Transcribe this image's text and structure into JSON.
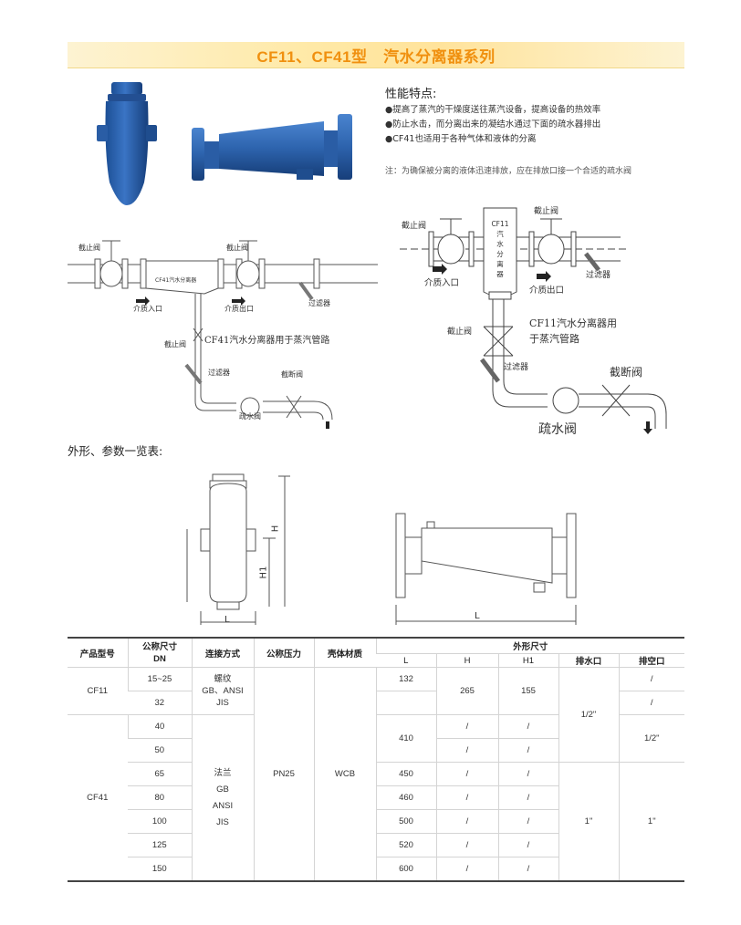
{
  "banner": {
    "title": "CF11、CF41型　汽水分离器系列"
  },
  "features": {
    "title": "性能特点:",
    "items": [
      "●提高了蒸汽的干燥度送往蒸汽设备，提高设备的热效率",
      "●防止水击，而分离出来的凝结水通过下面的疏水器排出",
      "●CF41也适用于各种气体和液体的分离"
    ],
    "note": "注：为确保被分离的液体迅速排放，应在排放口接一个合适的疏水阀"
  },
  "diagram_left": {
    "valve1": "截止阀",
    "valve2": "截止阀",
    "device": "CF41汽水分离器",
    "inlet": "介质入口",
    "outlet": "介质出口",
    "filter1": "过滤器",
    "caption": "CF41汽水分离器用于蒸汽管路",
    "valve3": "截止阀",
    "filter2": "过滤器",
    "shutoff": "截断阀",
    "trap": "疏水阀"
  },
  "diagram_right": {
    "valve1": "截止阀",
    "valve2": "截止阀",
    "device_lines": [
      "CF11",
      "汽",
      "水",
      "分",
      "离",
      "器"
    ],
    "inlet": "介质入口",
    "outlet": "介质出口",
    "filter1": "过滤器",
    "caption_lines": [
      "CF11汽水分离器用",
      "于蒸汽管路"
    ],
    "valve3": "截止阀",
    "filter2": "过滤器",
    "shutoff": "截断阀",
    "trap": "疏水阀"
  },
  "section": {
    "title": "外形、参数一览表:"
  },
  "dims": {
    "h": "H",
    "h1": "H1",
    "l": "L",
    "l2": "L"
  },
  "table": {
    "headers": {
      "model": "产品型号",
      "dn_line1": "公称尺寸",
      "dn_line2": "DN",
      "connection": "连接方式",
      "pressure": "公称压力",
      "material": "壳体材质",
      "dims": "外形尺寸",
      "l": "L",
      "h": "H",
      "h1": "H1",
      "drain": "排水口",
      "vent": "排空口"
    },
    "cf11": {
      "model": "CF11",
      "dn": [
        "15~25",
        "32"
      ],
      "connection": [
        "螺纹",
        "GB、ANSI",
        "JIS"
      ],
      "l": "132",
      "h": "265",
      "h1": "155",
      "vent": [
        "/",
        "/"
      ]
    },
    "drain_small": "1/2\"",
    "cf41": {
      "model": "CF41",
      "dn": [
        "40",
        "50",
        "65",
        "80",
        "100",
        "125",
        "150"
      ],
      "connection": [
        "法兰",
        "GB",
        "ANSI",
        "JIS"
      ],
      "pressure": "PN25",
      "material": "WCB",
      "l_shared": "410",
      "l": [
        "450",
        "460",
        "500",
        "520",
        "600"
      ],
      "h": [
        "/",
        "/",
        "/",
        "/",
        "/",
        "/",
        "/"
      ],
      "h1": [
        "/",
        "/",
        "/",
        "/",
        "/",
        "/",
        "/"
      ],
      "vent_small": "1/2\"",
      "drain_large": "1\"",
      "vent_large": "1\""
    }
  }
}
